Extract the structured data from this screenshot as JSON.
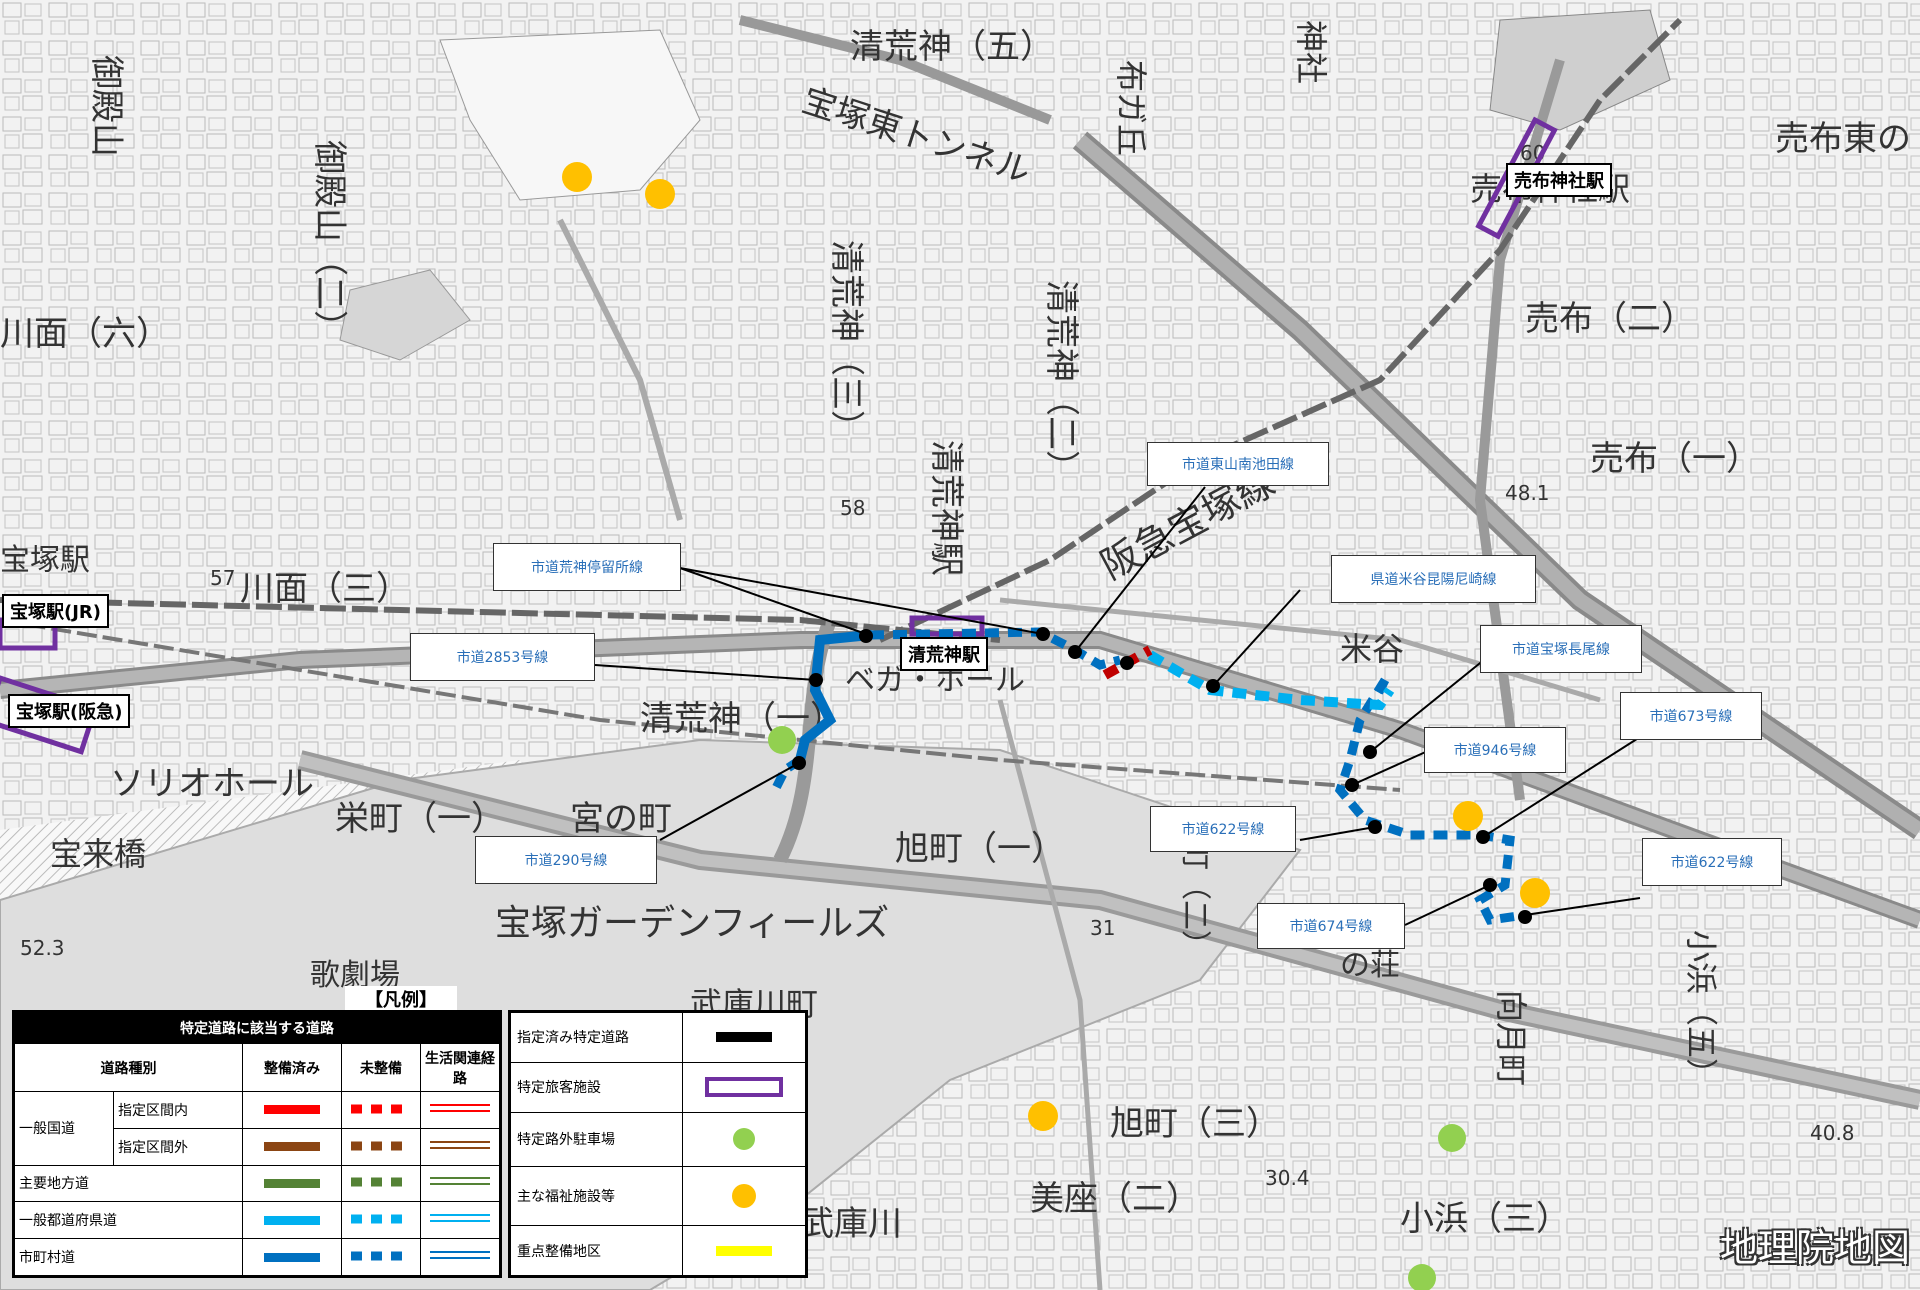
{
  "map": {
    "area_labels": [
      "清荒神（五）",
      "布ガ丘",
      "神社",
      "御殿山",
      "御殿山（二）",
      "宝塚東トンネル",
      "売布東の",
      "売布（二）",
      "売布（一）",
      "清荒神（三）",
      "清荒神（二）",
      "清荒神（一）",
      "清荒神駅",
      "阪急宝塚線",
      "川面（三）",
      "川面（六）",
      "栄町（一）",
      "宮の町",
      "ソリオホール",
      "宝来橋",
      "旭町（一）",
      "旭町（二）",
      "宝塚ガーデンフィールズ",
      "武庫川町",
      "歌劇場",
      "旭町（三）",
      "美座（二）",
      "小浜（三）",
      "小浜（五）",
      "向月町",
      "武庫川",
      "米谷",
      "ベガ・ホール",
      "宝塚駅",
      "売布神社駅",
      "の荘"
    ],
    "elevations": [
      "60",
      "48.1",
      "58",
      "57",
      "31",
      "52.3",
      "30.4",
      "40.8"
    ],
    "stations": [
      {
        "name": "宝塚駅(JR)"
      },
      {
        "name": "宝塚駅(阪急)"
      },
      {
        "name": "清荒神駅"
      },
      {
        "name": "売布神社駅"
      }
    ],
    "road_callouts": [
      {
        "label": "市道東山南池田線"
      },
      {
        "label": "市道荒神停留所線"
      },
      {
        "label": "県道米谷昆陽尼崎線"
      },
      {
        "label": "市道2853号線"
      },
      {
        "label": "市道宝塚長尾線"
      },
      {
        "label": "市道673号線"
      },
      {
        "label": "市道946号線"
      },
      {
        "label": "市道622号線"
      },
      {
        "label": "市道290号線"
      },
      {
        "label": "市道674号線"
      },
      {
        "label": "市道622号線"
      }
    ],
    "watermark": "地理院地図"
  },
  "legend": {
    "title": "【凡例】",
    "table_header": "特定道路に該当する道路",
    "col_type": "道路種別",
    "col_done": "整備済み",
    "col_undone": "未整備",
    "col_life": "生活関連経路",
    "rows": [
      {
        "type": "一般国道",
        "sub": "指定区間内",
        "color": "#ff0000"
      },
      {
        "type": "",
        "sub": "指定区間外",
        "color": "#8b4513"
      },
      {
        "type": "主要地方道",
        "sub": "",
        "color": "#548235"
      },
      {
        "type": "一般都道府県道",
        "sub": "",
        "color": "#00b0f0"
      },
      {
        "type": "市町村道",
        "sub": "",
        "color": "#0070c0"
      }
    ],
    "symbols": [
      {
        "label": "指定済み特定道路",
        "kind": "black-bar",
        "color": "#000000"
      },
      {
        "label": "特定旅客施設",
        "kind": "purple-rect",
        "color": "#7030a0"
      },
      {
        "label": "特定路外駐車場",
        "kind": "green-dot",
        "color": "#92d050"
      },
      {
        "label": "主な福祉施設等",
        "kind": "orange-dot",
        "color": "#ffc000"
      },
      {
        "label": "重点整備地区",
        "kind": "yellow-bar",
        "color": "#ffff00"
      }
    ]
  }
}
